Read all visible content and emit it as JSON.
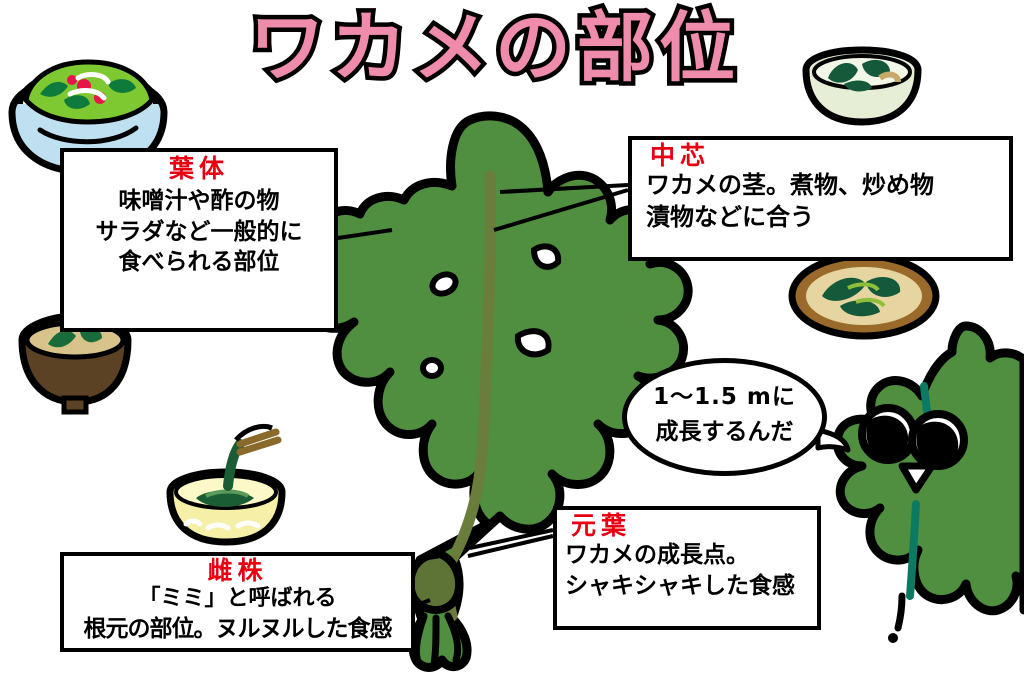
{
  "page": {
    "title": "ワカメの部位",
    "title_color": "#f08cab",
    "outline_color": "#000000",
    "background": "#ffffff",
    "seaweed_color": "#4f8f3f",
    "seaweed_midrib_color": "#6b7d3a",
    "accent_red": "#e60012"
  },
  "boxes": {
    "yotai": {
      "title": "葉体",
      "lines": [
        "味噌汁や酢の物",
        "サラダなど一般的に",
        "食べられる部位"
      ]
    },
    "chushin": {
      "title": "中芯",
      "lines": [
        "ワカメの茎。煮物、炒め物",
        "漬物などに合う"
      ]
    },
    "motoha": {
      "title": "元葉",
      "lines": [
        "ワカメの成長点。",
        "シャキシャキした食感"
      ]
    },
    "mekabu": {
      "title": "雌株",
      "lines": [
        "「ミミ」と呼ばれる",
        "根元の部位。ヌルヌルした食感"
      ]
    }
  },
  "speech_bubble": {
    "lines": [
      "1〜1.5 mに",
      "成長するんだ"
    ]
  },
  "illustrations": {
    "salad_bowl": {
      "name": "salad-bowl",
      "bowl_color": "#bfe0f0",
      "food_colors": [
        "#7ec832",
        "#0e7a3c",
        "#e8154a",
        "#ffffff"
      ]
    },
    "miso_soup_bowl": {
      "name": "miso-soup-bowl",
      "bowl_color": "#5b4224",
      "broth_color": "#d8c48a",
      "food_color": "#1a6b3a"
    },
    "simmered_dish_bowl": {
      "name": "simmered-dish-bowl",
      "bowl_color": "#e6eed6",
      "food_color": "#14593a"
    },
    "pickles_plate": {
      "name": "pickles-plate",
      "plate_color": "#e6d5a0",
      "rim_color": "#9a6a2a",
      "food_color": "#14593a"
    },
    "mekabu_bowl": {
      "name": "mekabu-bowl",
      "bowl_color": "#f6efa8",
      "food_color": "#1a5c34",
      "chopstick_color": "#8a6a2a"
    },
    "wakame_main": {
      "name": "wakame-main-illustration"
    },
    "wakame_character": {
      "name": "wakame-character",
      "eye_white": "#ffffff",
      "pupil": "#000000",
      "midrib": "#0c7a63"
    }
  }
}
